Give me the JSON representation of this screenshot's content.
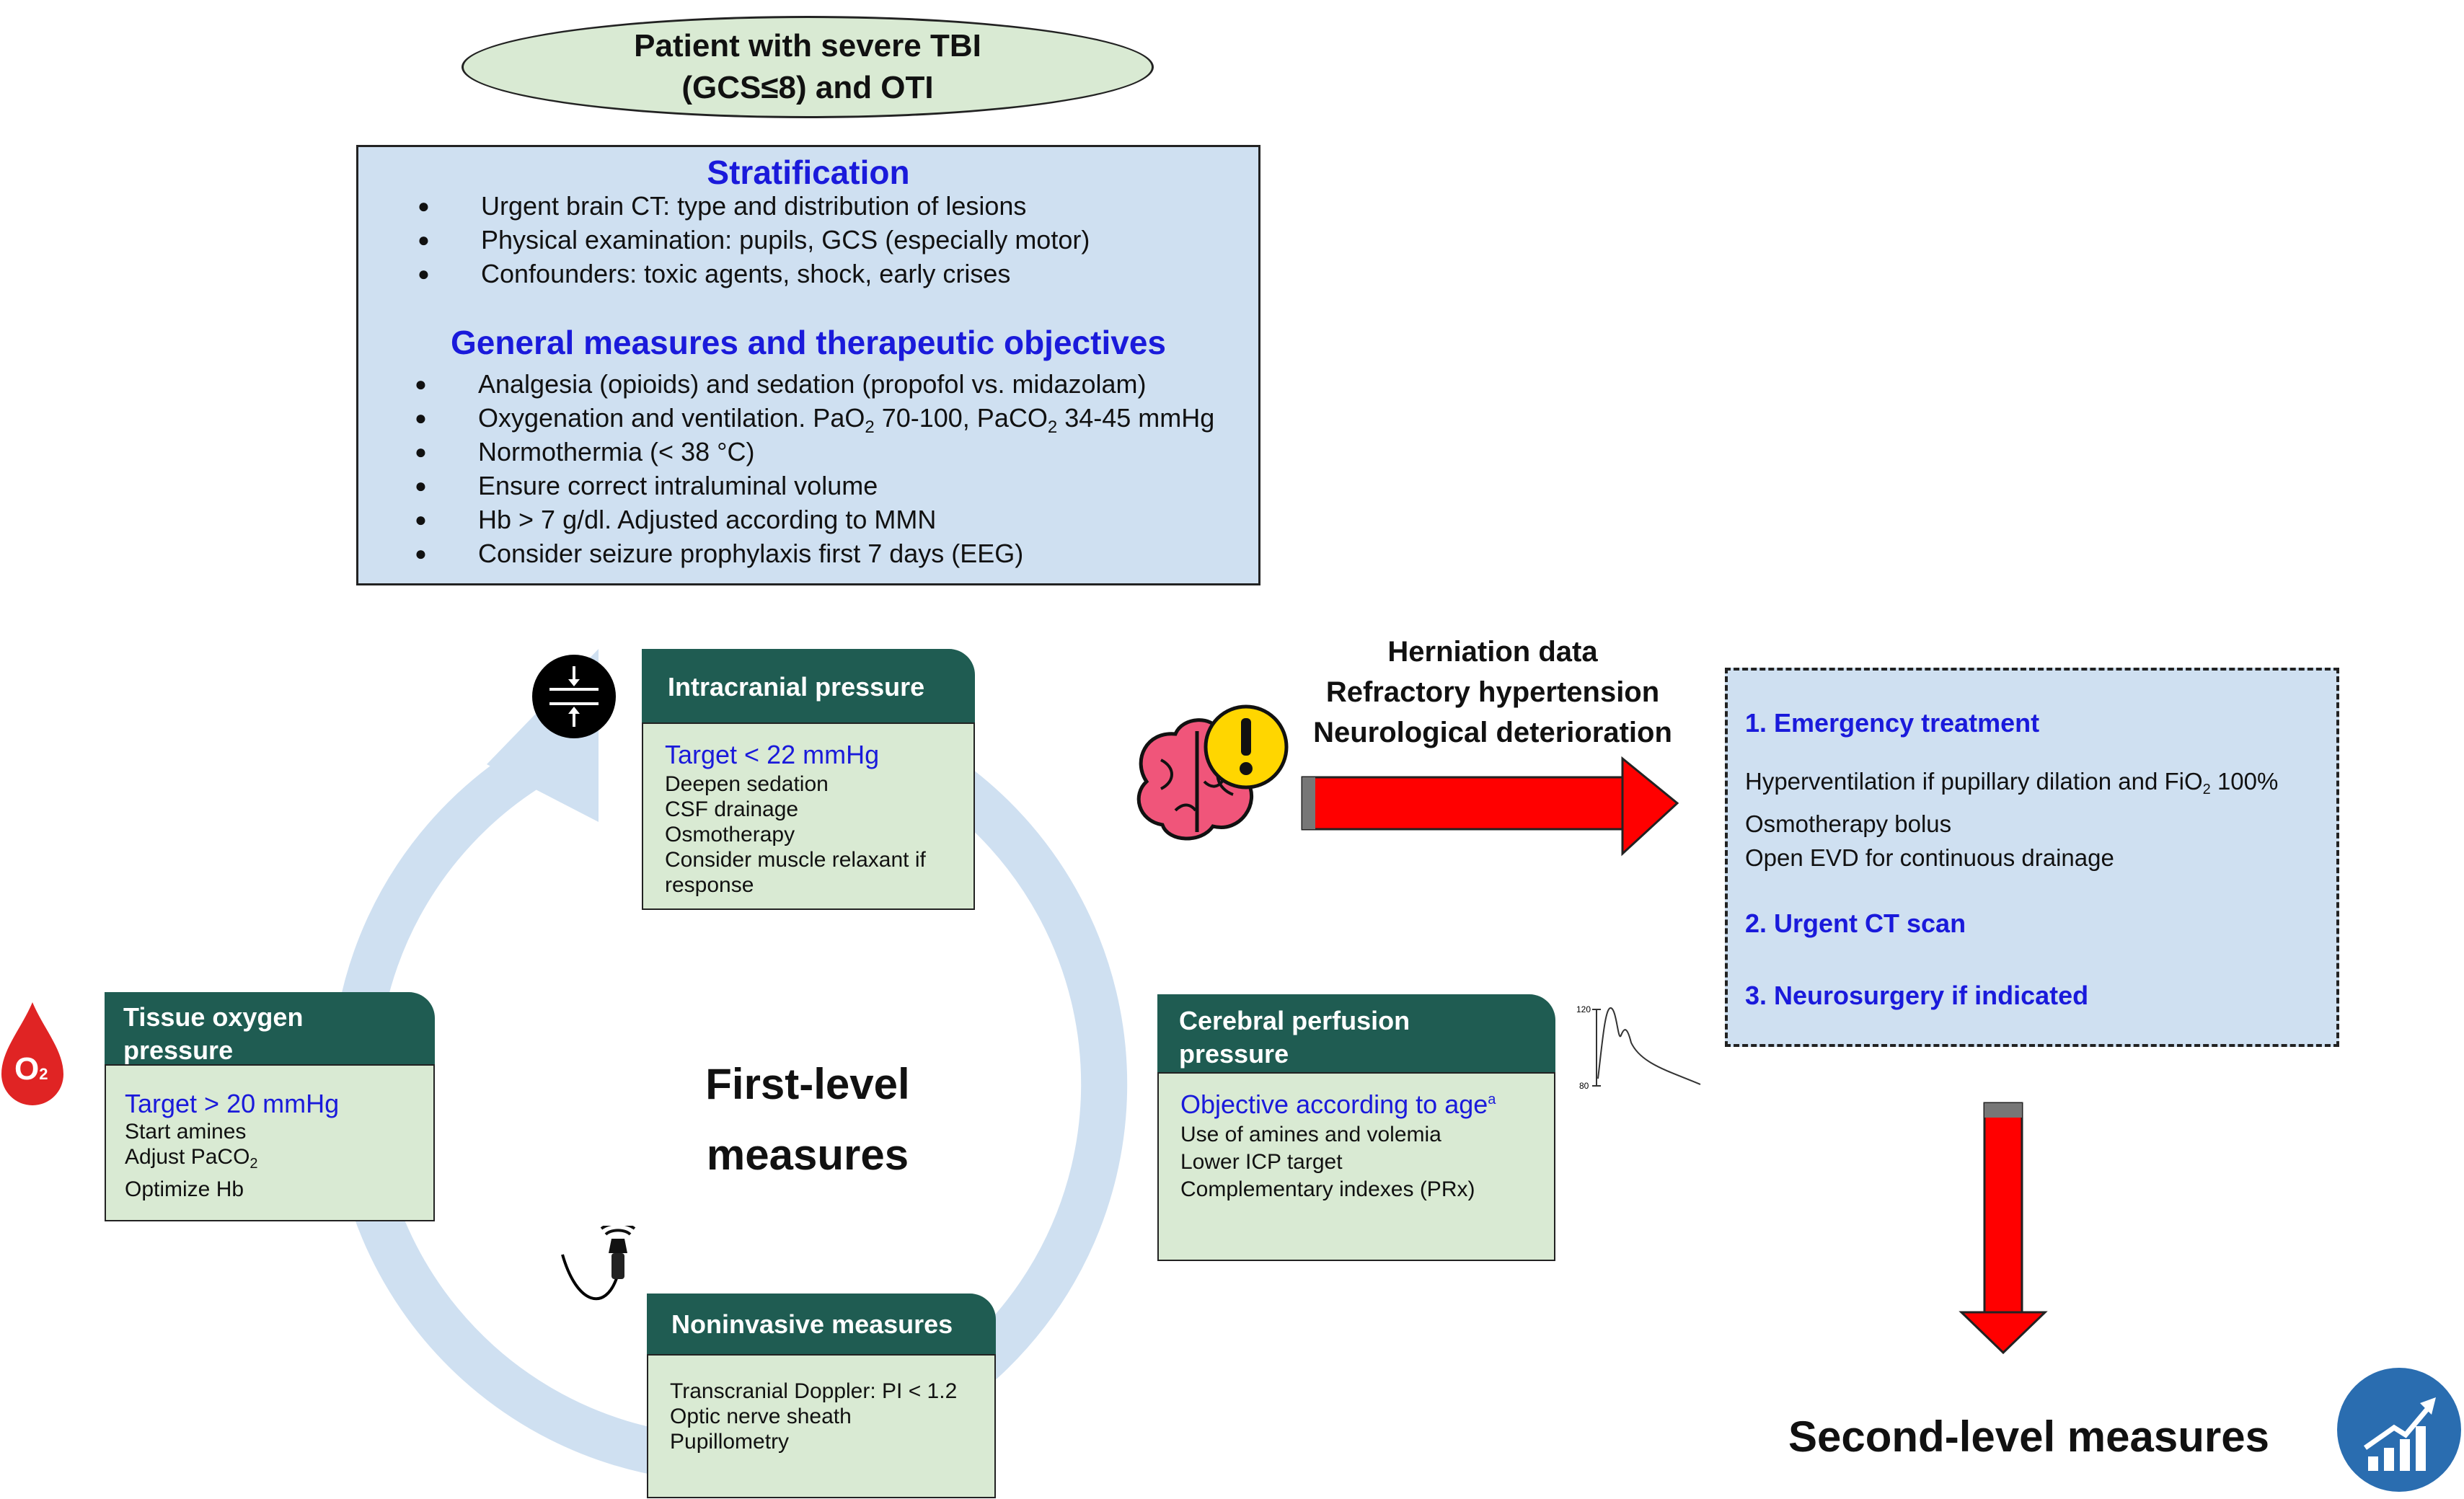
{
  "top": {
    "line1": "Patient with severe TBI",
    "line2": "(GCS≤8) and OTI"
  },
  "stratification": {
    "title": "Stratification",
    "items": [
      "Urgent brain CT: type and distribution of lesions",
      "Physical examination: pupils, GCS (especially motor)",
      "Confounders: toxic agents, shock, early crises"
    ]
  },
  "general": {
    "title": "General measures and therapeutic objectives",
    "item1": "Analgesia (opioids) and sedation (propofol vs. midazolam)",
    "item2_a": "Oxygenation and ventilation. PaO",
    "item2_sub1": "2",
    "item2_b": " 70-100, PaCO",
    "item2_sub2": "2",
    "item2_c": " 34-45 mmHg",
    "item3": "Normothermia (< 38 °C)",
    "item4": "Ensure correct intraluminal volume",
    "item5": "Hb > 7 g/dl. Adjusted according to MMN",
    "item6": "Consider seizure prophylaxis first 7 days (EEG)"
  },
  "icp": {
    "header": "Intracranial pressure",
    "target": "Target < 22 mmHg",
    "lines": [
      "Deepen sedation",
      "CSF drainage",
      "Osmotherapy",
      "Consider muscle relaxant if",
      "response"
    ]
  },
  "tissue": {
    "header1": "Tissue oxygen",
    "header2": "pressure",
    "target": "Target > 20 mmHg",
    "line1": "Start amines",
    "line2_a": "Adjust PaCO",
    "line2_sub": "2",
    "line3": "Optimize Hb",
    "icon_text": "O",
    "icon_sub": "2"
  },
  "cpp": {
    "header1": "Cerebral perfusion",
    "header2": "pressure",
    "target": "Objective according to age",
    "target_sup": "a",
    "lines": [
      "Use of amines and volemia",
      "Lower ICP target",
      "Complementary indexes (PRx)"
    ],
    "waveform_labels": [
      "120",
      "80"
    ]
  },
  "noninvasive": {
    "header": "Noninvasive measures",
    "lines": [
      "Transcranial Doppler: PI < 1.2",
      "Optic nerve sheath",
      "Pupillometry"
    ]
  },
  "center": {
    "line1": "First-level",
    "line2": "measures"
  },
  "herniation": {
    "line1": "Herniation data",
    "line2": "Refractory hypertension",
    "line3": "Neurological deterioration"
  },
  "emergency": {
    "step1": "1. Emergency treatment",
    "line1_a": "Hyperventilation if pupillary dilation and FiO",
    "line1_sub": "2",
    "line1_b": " 100%",
    "line2": "Osmotherapy bolus",
    "line3": "Open EVD for continuous drainage",
    "step2": "2. Urgent CT scan",
    "step3": "3. Neurosurgery if indicated"
  },
  "second_level": "Second-level measures",
  "colors": {
    "ellipse_fill": "#d9ead3",
    "box_blue": "#cfe0f1",
    "card_header": "#1f5c52",
    "card_body": "#d9ead3",
    "title_blue": "#1a1adb",
    "cycle_arrow": "#cfe0f1",
    "red_arrow": "#ff0000",
    "oxygen_drop": "#e02424",
    "brain_pink": "#f0557a",
    "warning_yellow": "#ffd600",
    "chart_icon_blue": "#2a6db0"
  },
  "icons": [
    "compress-icon",
    "oxygen-drop-icon",
    "brain-warning-icon",
    "doppler-probe-icon",
    "pressure-waveform-icon",
    "growth-chart-icon"
  ]
}
